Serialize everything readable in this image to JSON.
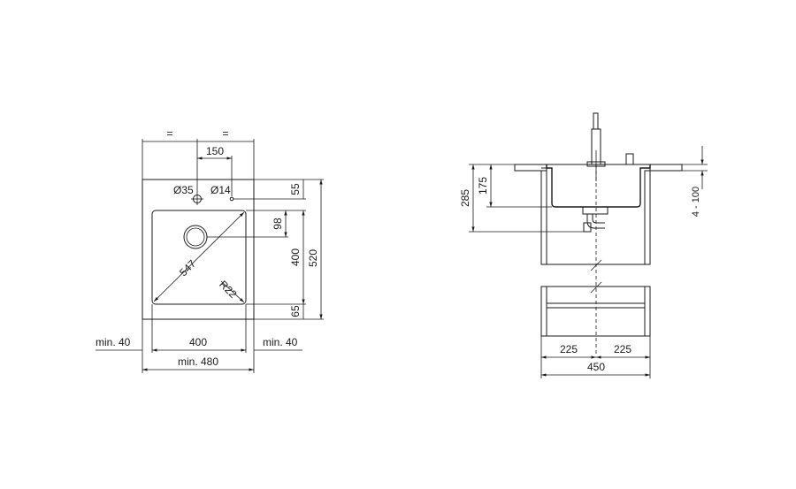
{
  "top_view": {
    "equal_left": "=",
    "equal_right": "=",
    "dim_150": "150",
    "hole_35": "Ø35",
    "hole_14": "Ø14",
    "dim_55": "55",
    "dim_98": "98",
    "dim_400_vert": "400",
    "dim_520": "520",
    "dim_65": "65",
    "diag_547": "547",
    "radius_22": "R22",
    "min_40_left": "min. 40",
    "dim_400_horiz": "400",
    "min_40_right": "min. 40",
    "min_480": "min. 480"
  },
  "section_view": {
    "dim_285": "285",
    "dim_175": "175",
    "dim_4_100": "4 - 100",
    "dim_225_left": "225",
    "dim_225_right": "225",
    "dim_450": "450"
  }
}
